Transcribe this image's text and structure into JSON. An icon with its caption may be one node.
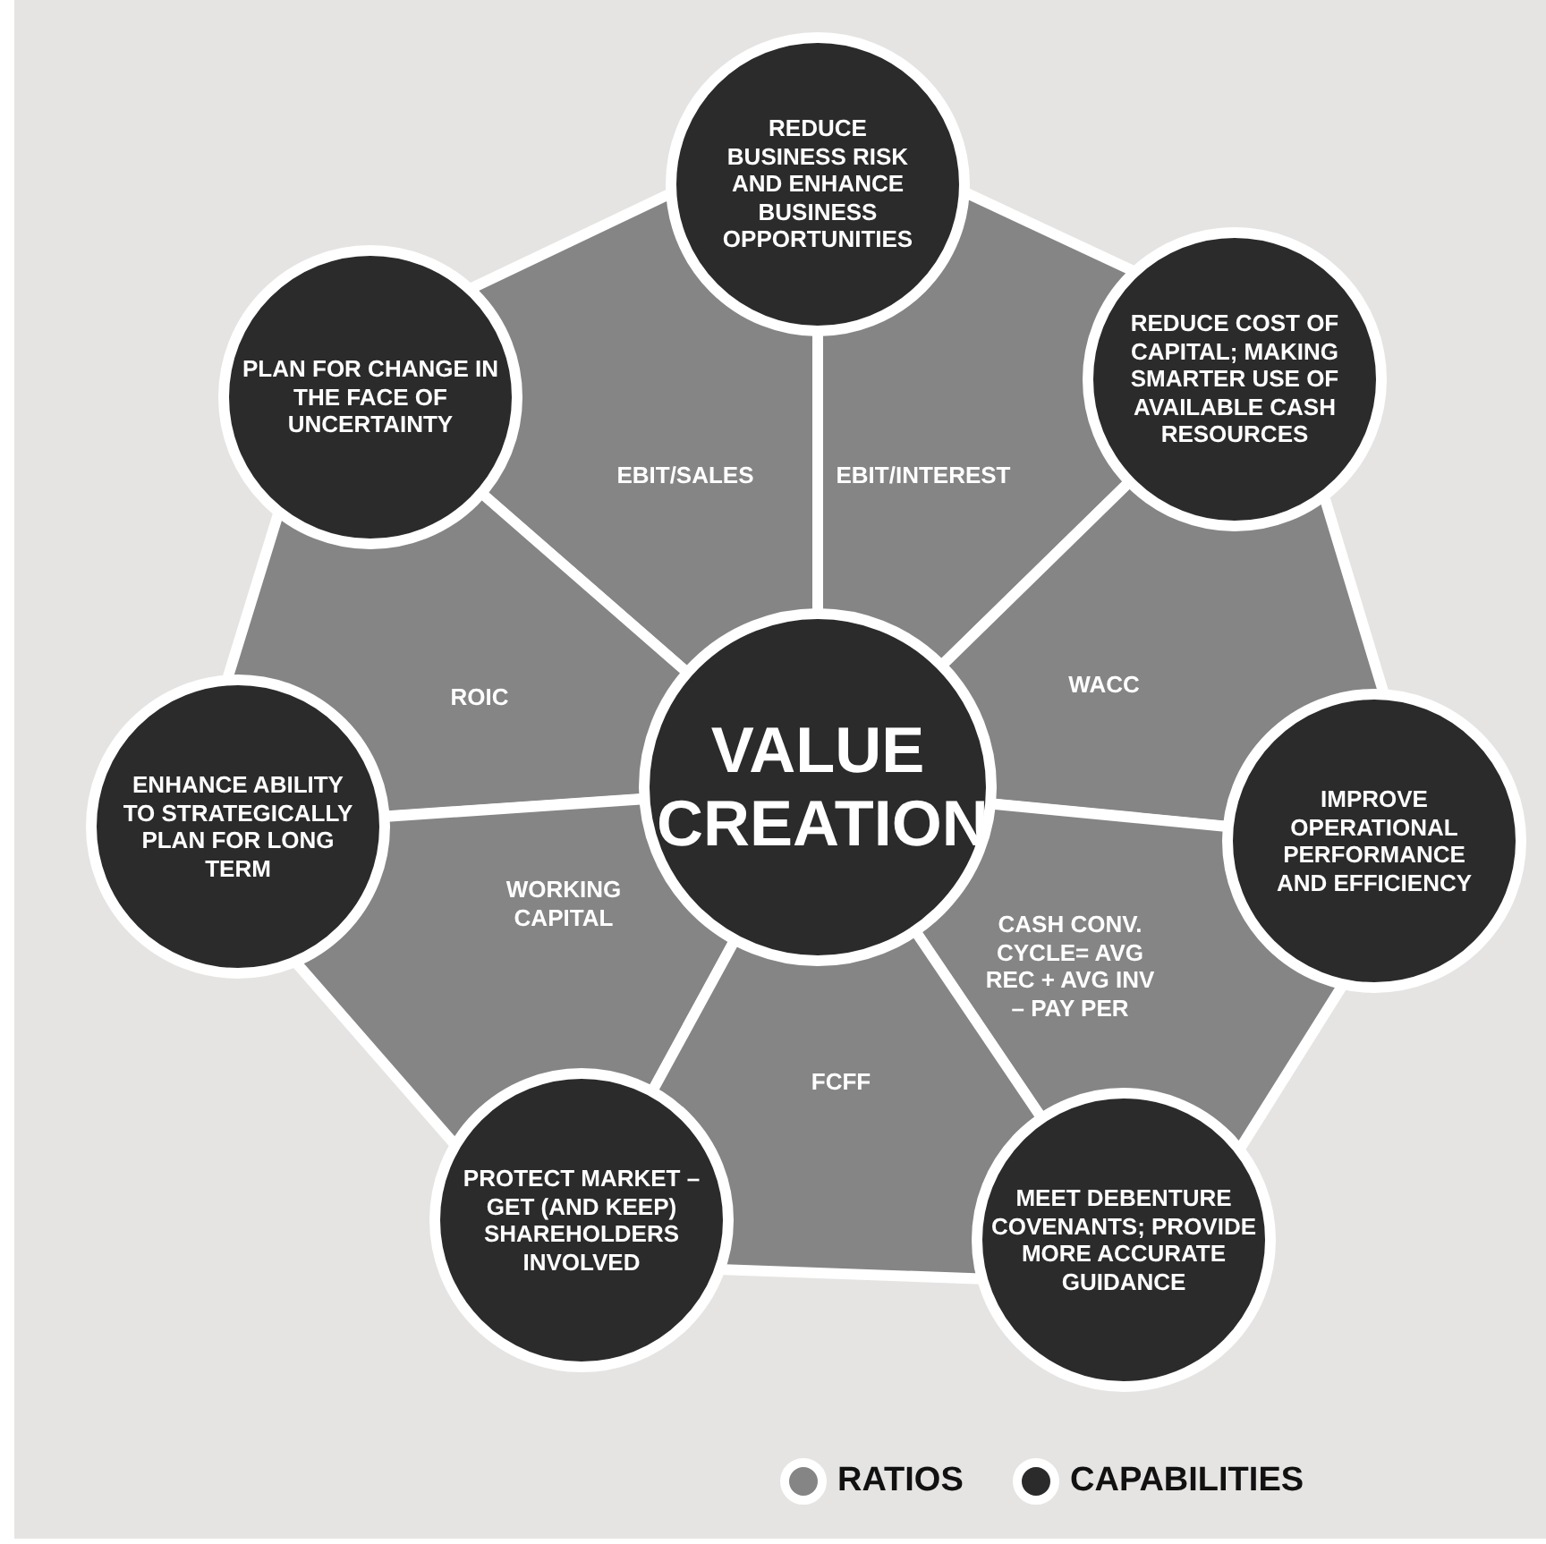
{
  "diagram": {
    "nodes": [
      {
        "text": [
          "REDUCE BUSINESS RISK AND ENHANCE BUSINESS OPPORTUNITIES"
        ]
      },
      {
        "text": [
          "PLAN FOR CHANGE IN THE FACE OF UNCERTAINTY"
        ]
      },
      {
        "text": [
          "EBIT/SALES"
        ]
      },
      {
        "text": [
          "EBIT/INTEREST"
        ]
      },
      {
        "text": [
          "REDUCE COST OF CAPITAL; MAKING SMARTER USE OF AVAILABLE CASH RESOURCES"
        ]
      },
      {
        "text": [
          "ROIC"
        ]
      },
      {
        "text": [
          "VALUE CREATION"
        ]
      },
      {
        "text": [
          "WACC"
        ]
      },
      {
        "text": [
          "ENHANCE ABILITY TO STRATEGICALLY PLAN FOR LONG TERM"
        ]
      },
      {
        "text": [
          "IMPROVE OPERATIONAL PERFORMANCE AND EFFICIENCY"
        ]
      },
      {
        "text": [
          "WORKING CAPITAL"
        ]
      },
      {
        "text": [
          "CASH CONV. CYCLE= AVG REC + AVG INV – PAY PER"
        ]
      },
      {
        "text": [
          "FCFF"
        ]
      },
      {
        "text": [
          "PROTECT MARKET – GET (AND KEEP) SHAREHOLDERS INVOLVED"
        ]
      },
      {
        "text": [
          "MEET DEBENTURE COVENANTS; PROVIDE MORE ACCURATE GUIDANCE"
        ]
      }
    ],
    "legend": [
      {
        "text": "RATIOS",
        "color": "#858585"
      },
      {
        "text": "CAPABILITIES",
        "color": "#2b2b2b"
      }
    ]
  }
}
